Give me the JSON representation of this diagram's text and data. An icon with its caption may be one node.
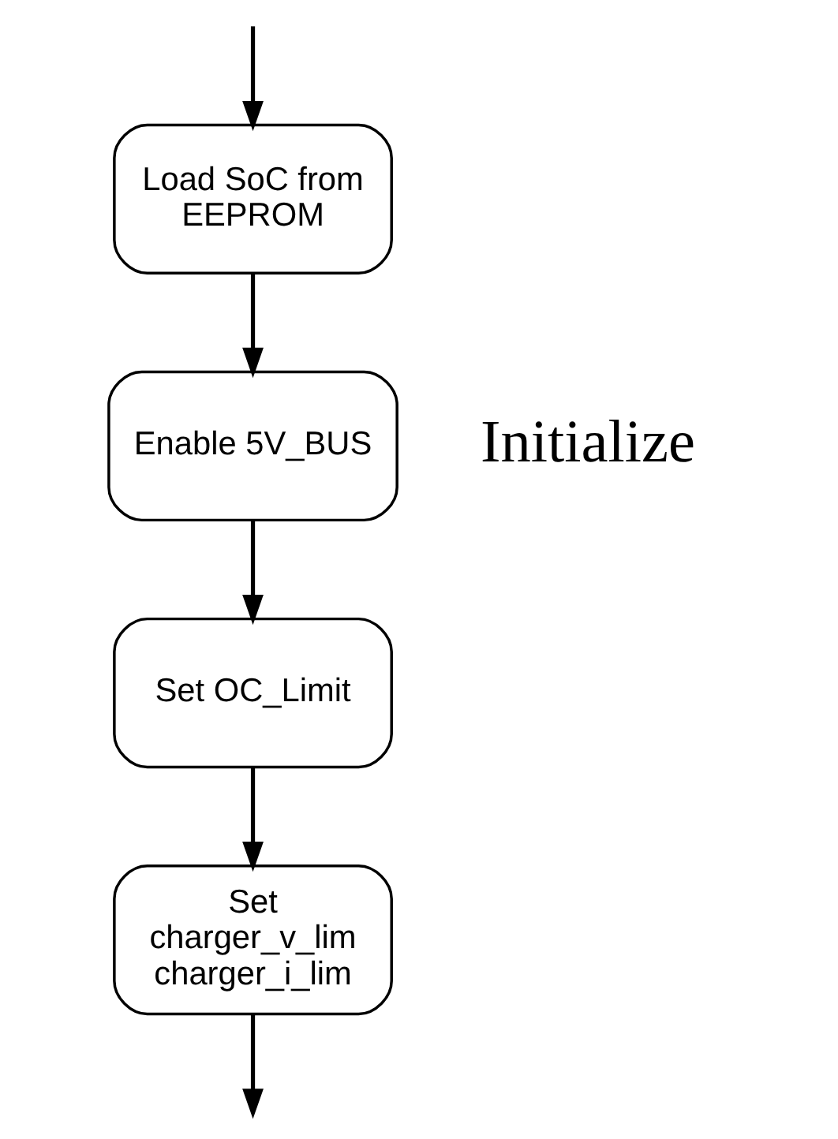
{
  "diagram": {
    "title": "Initialize",
    "nodes": [
      {
        "text": [
          "Load SoC from EEPROM"
        ]
      },
      {
        "text": [
          "Enable 5V_BUS"
        ]
      },
      {
        "text": [
          "Set OC_Limit"
        ]
      },
      {
        "text": [
          "Set charger_v_lim charger_i_lim"
        ]
      }
    ],
    "edges": [
      {
        "from": null,
        "to": 0,
        "arrow": "to"
      },
      {
        "from": 0,
        "to": 1,
        "arrow": "to"
      },
      {
        "from": 1,
        "to": 2,
        "arrow": "to"
      },
      {
        "from": 2,
        "to": 3,
        "arrow": "to"
      },
      {
        "from": 3,
        "to": null,
        "arrow": "to"
      }
    ]
  }
}
